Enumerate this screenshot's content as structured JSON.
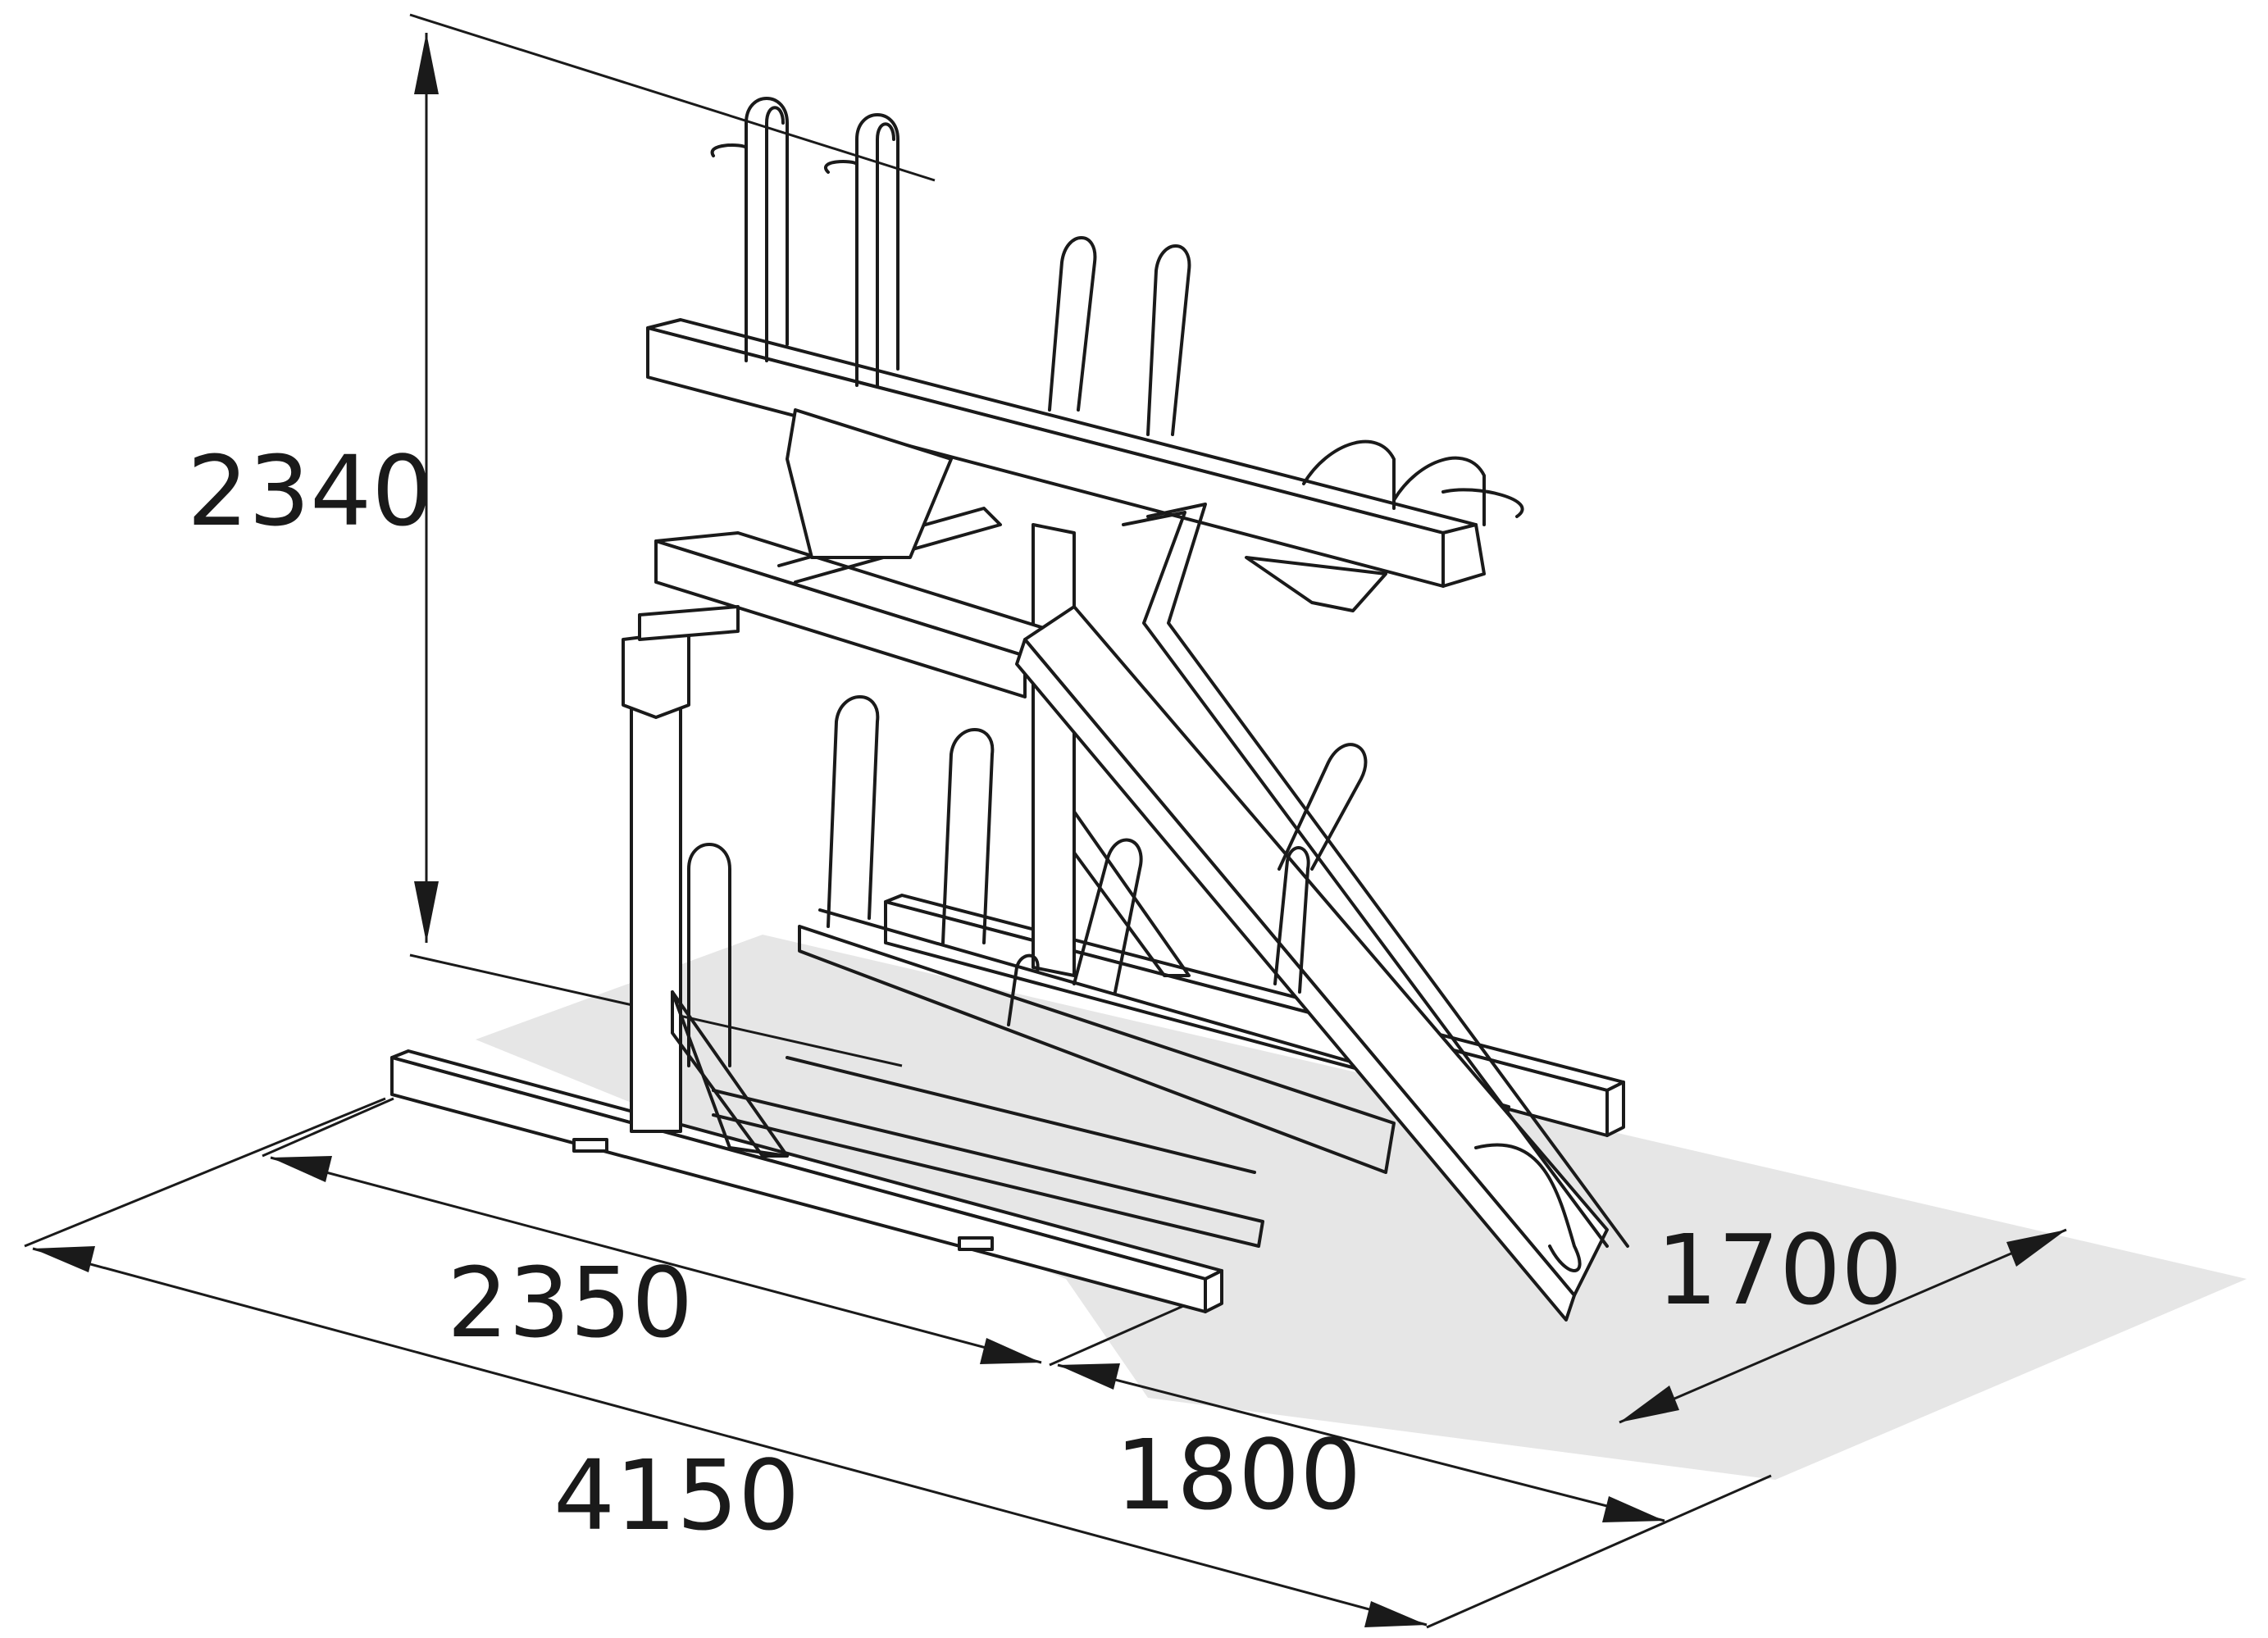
{
  "diagram": {
    "colors": {
      "ink": "#1a1a1a",
      "floor": "#e6e6e6",
      "background": "#ffffff"
    },
    "dimensions": {
      "height": "2340",
      "rack_length": "2350",
      "total_length": "4150",
      "clearance": "1800",
      "depth": "1700"
    }
  }
}
